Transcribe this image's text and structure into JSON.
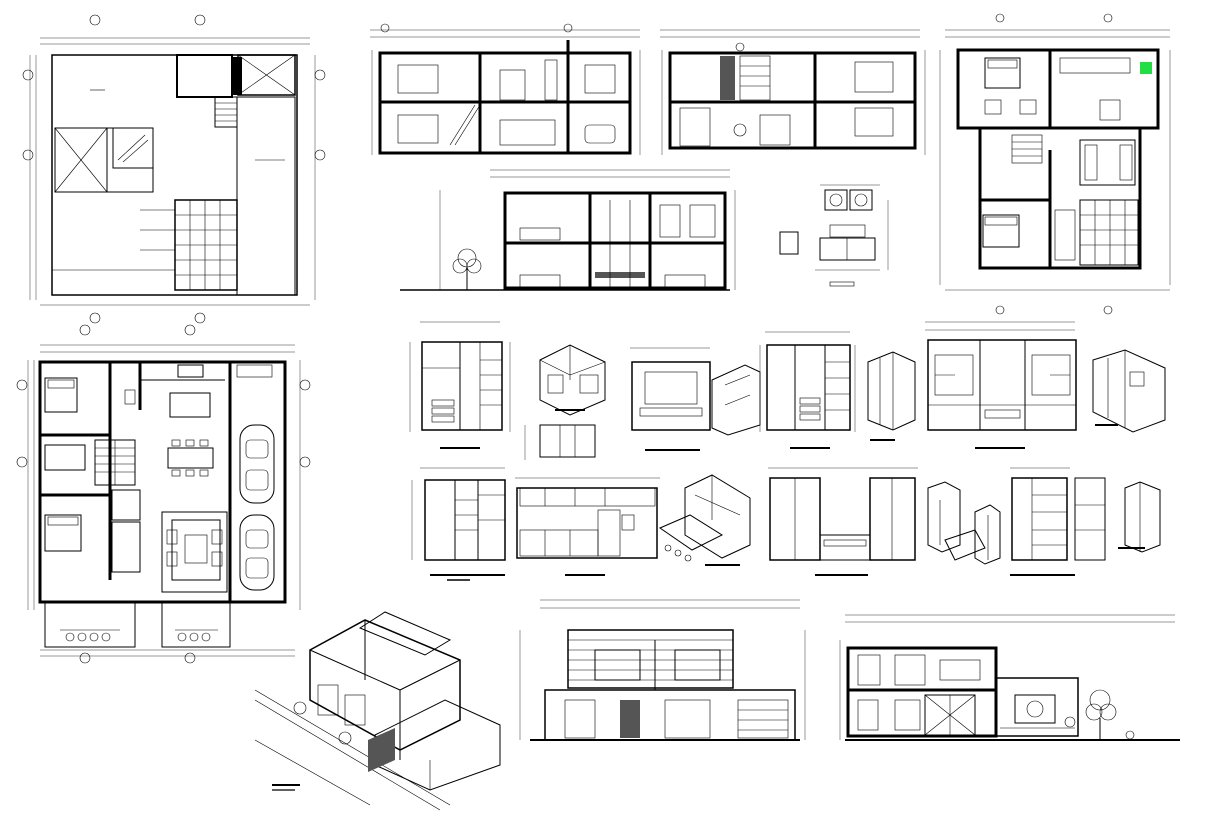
{
  "sheet": {
    "background": "#ffffff",
    "line_color": "#000000",
    "accent_color": "#22dd44"
  },
  "views": [
    {
      "id": "roof-plan",
      "kind": "plan"
    },
    {
      "id": "ground-floor-plan",
      "kind": "plan"
    },
    {
      "id": "upper-floor-plan",
      "kind": "plan"
    },
    {
      "id": "section-a",
      "kind": "section"
    },
    {
      "id": "section-b",
      "kind": "section"
    },
    {
      "id": "section-c",
      "kind": "section"
    },
    {
      "id": "bathroom-vanity-detail",
      "kind": "detail"
    },
    {
      "id": "closet-detail-1",
      "kind": "detail"
    },
    {
      "id": "corner-closet-isometric",
      "kind": "isometric"
    },
    {
      "id": "tv-unit-detail",
      "kind": "detail"
    },
    {
      "id": "wardrobe-detail-1",
      "kind": "detail"
    },
    {
      "id": "wardrobe-detail-2",
      "kind": "detail"
    },
    {
      "id": "shelving-detail",
      "kind": "detail"
    },
    {
      "id": "closet-detail-2",
      "kind": "detail"
    },
    {
      "id": "kitchen-elevation",
      "kind": "detail"
    },
    {
      "id": "kitchen-isometric",
      "kind": "isometric"
    },
    {
      "id": "wardrobe-detail-3",
      "kind": "detail"
    },
    {
      "id": "closet-isometric-2",
      "kind": "isometric"
    },
    {
      "id": "wardrobe-detail-4",
      "kind": "detail"
    },
    {
      "id": "house-isometric",
      "kind": "isometric"
    },
    {
      "id": "front-elevation",
      "kind": "elevation"
    },
    {
      "id": "side-elevation",
      "kind": "elevation"
    }
  ]
}
